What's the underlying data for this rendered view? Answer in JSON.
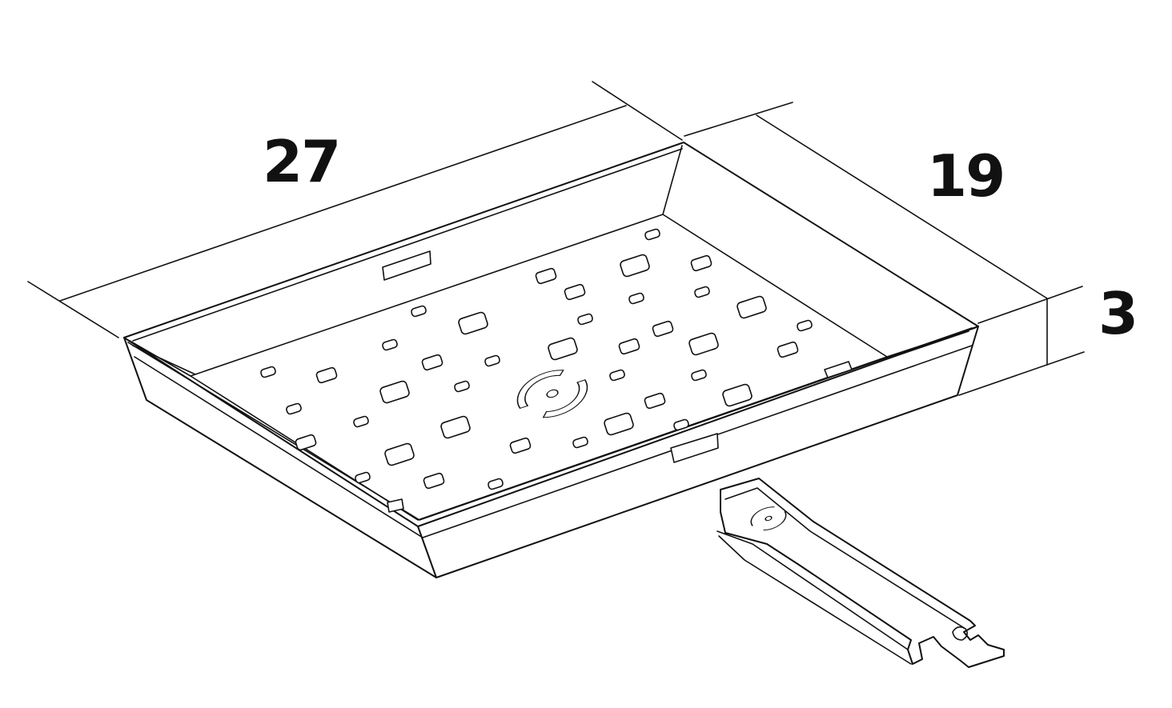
{
  "dimensions": {
    "length": "27",
    "width": "19",
    "height": "3"
  },
  "colors": {
    "line": "#111111",
    "background": "#ffffff"
  }
}
